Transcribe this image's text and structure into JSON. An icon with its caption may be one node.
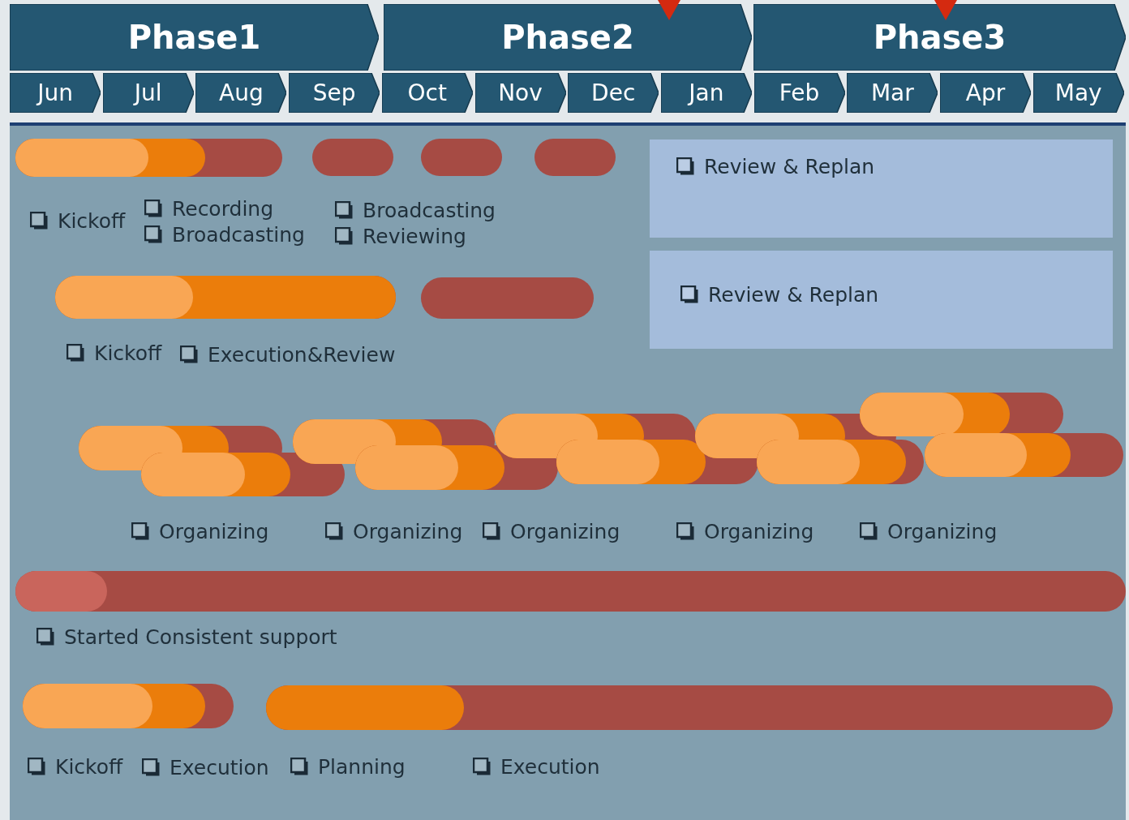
{
  "diagram": {
    "nodes": [
      {
        "text": [
          "Phase1"
        ]
      },
      {
        "text": [
          "Phase2"
        ]
      },
      {
        "text": [
          "Phase3"
        ]
      },
      {
        "text": [
          "Jun"
        ]
      },
      {
        "text": [
          "Jul"
        ]
      },
      {
        "text": [
          "Aug"
        ]
      },
      {
        "text": [
          "Sep"
        ]
      },
      {
        "text": [
          "Oct"
        ]
      },
      {
        "text": [
          "Nov"
        ]
      },
      {
        "text": [
          "Dec"
        ]
      },
      {
        "text": [
          "Jan"
        ]
      },
      {
        "text": [
          "Feb"
        ]
      },
      {
        "text": [
          "Mar"
        ]
      },
      {
        "text": [
          "Apr"
        ]
      },
      {
        "text": [
          "May"
        ]
      },
      {
        "text": [
          "Review & Replan"
        ]
      },
      {
        "text": [
          "Review & Replan"
        ]
      },
      {
        "text": [],
        "shape": "bar"
      },
      {
        "text": [],
        "shape": "bar"
      },
      {
        "text": [],
        "shape": "bar"
      },
      {
        "text": [],
        "shape": "bar"
      },
      {
        "text": [],
        "shape": "bar"
      },
      {
        "text": [],
        "shape": "bar"
      },
      {
        "text": [],
        "shape": "bar"
      },
      {
        "text": [],
        "shape": "bar"
      },
      {
        "text": [],
        "shape": "bar"
      },
      {
        "text": [],
        "shape": "bar"
      },
      {
        "text": [],
        "shape": "bar"
      },
      {
        "text": [],
        "shape": "bar"
      },
      {
        "text": [],
        "shape": "bar"
      },
      {
        "text": [],
        "shape": "bar"
      },
      {
        "text": [],
        "shape": "bar"
      },
      {
        "text": [],
        "shape": "bar"
      },
      {
        "text": [],
        "shape": "bar"
      },
      {
        "text": [],
        "shape": "bar"
      },
      {
        "text": [],
        "shape": "bar"
      }
    ],
    "edges": [],
    "labels": [
      "Kickoff",
      "Recording",
      "Broadcasting",
      "Broadcasting",
      "Reviewing",
      "Kickoff",
      "Execution&Review",
      "Organizing",
      "Organizing",
      "Organizing",
      "Organizing",
      "Organizing",
      "Started Consistent support",
      "Kickoff",
      "Execution",
      "Planning",
      "Execution"
    ]
  }
}
